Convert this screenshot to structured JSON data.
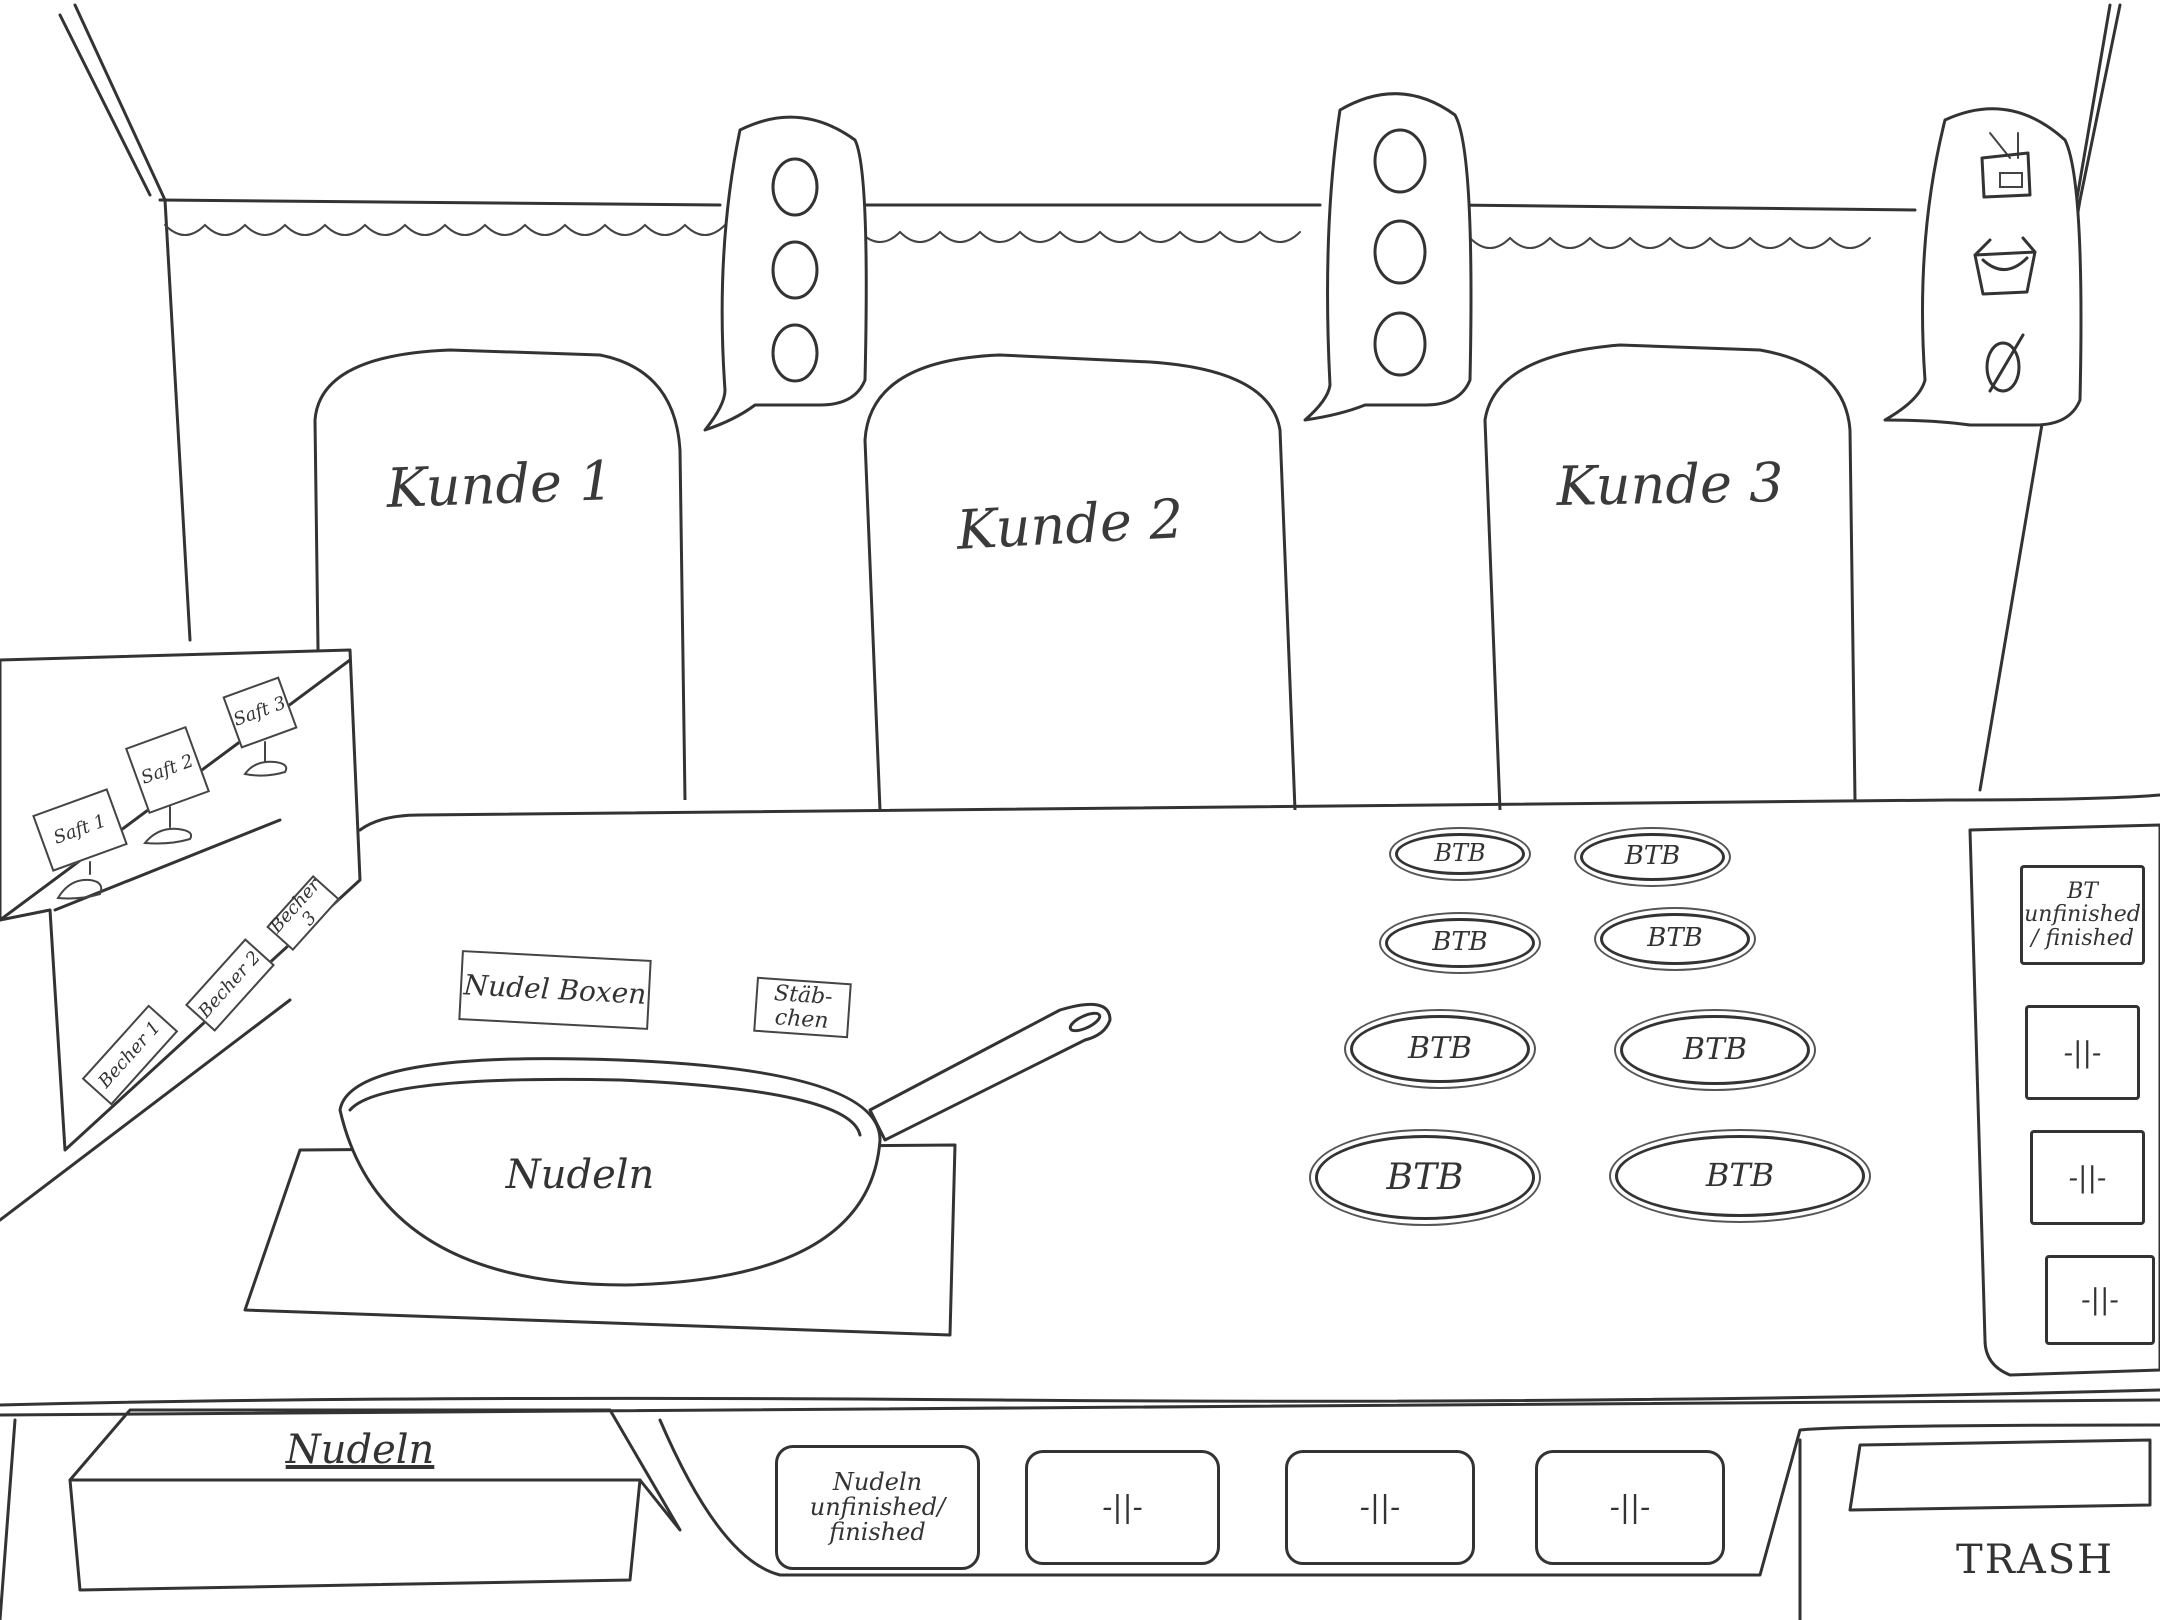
{
  "customers": [
    {
      "name": "Kunde 1"
    },
    {
      "name": "Kunde 2"
    },
    {
      "name": "Kunde 3"
    }
  ],
  "order_bubbles": [
    {
      "items": [
        "empty-circle-icon",
        "empty-circle-icon",
        "empty-circle-icon"
      ]
    },
    {
      "items": [
        "empty-circle-icon",
        "empty-circle-icon",
        "empty-circle-icon"
      ]
    },
    {
      "items": [
        "bubble-tea-cup-icon",
        "noodle-box-icon",
        "chopsticks-plate-icon"
      ]
    }
  ],
  "drinks_shelf": {
    "juices": [
      "Saft 1",
      "Saft 2",
      "Saft 3"
    ],
    "cups": [
      "Becher 1",
      "Becher 2",
      "Becher 3"
    ]
  },
  "counter": {
    "noodle_boxes": "Nudel Boxen",
    "chopsticks": "Stäb-chen",
    "pan_content": "Nudeln",
    "noodle_bin": "Nudeln",
    "trash": "TRASH"
  },
  "btb_spots": [
    "BTB",
    "BTB",
    "BTB",
    "BTB",
    "BTB",
    "BTB",
    "BTB",
    "BTB"
  ],
  "bt_slots": {
    "first": "BT unfinished / finished",
    "ditto": [
      "-||-",
      "-||-",
      "-||-"
    ]
  },
  "noodle_slots": {
    "first": "Nudeln unfinished/ finished",
    "ditto": [
      "-||-",
      "-||-",
      "-||-"
    ]
  },
  "colors": {
    "ink": "#333333",
    "paper": "#ffffff"
  }
}
